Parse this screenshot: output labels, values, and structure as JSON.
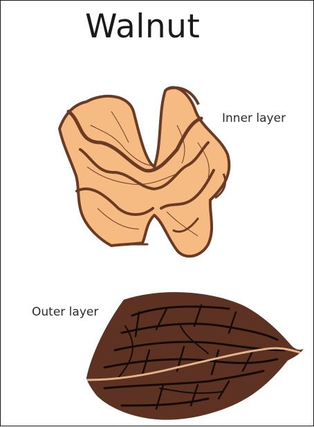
{
  "title": "Walnut",
  "labels": {
    "inner": "Inner layer",
    "outer": "Outer layer"
  },
  "colors": {
    "kernel_fill": "#f6ba83",
    "kernel_outline": "#6b3a23",
    "shell_fill": "#5e3222",
    "shell_streak": "#140b08",
    "shell_seam": "#e6b48a"
  }
}
